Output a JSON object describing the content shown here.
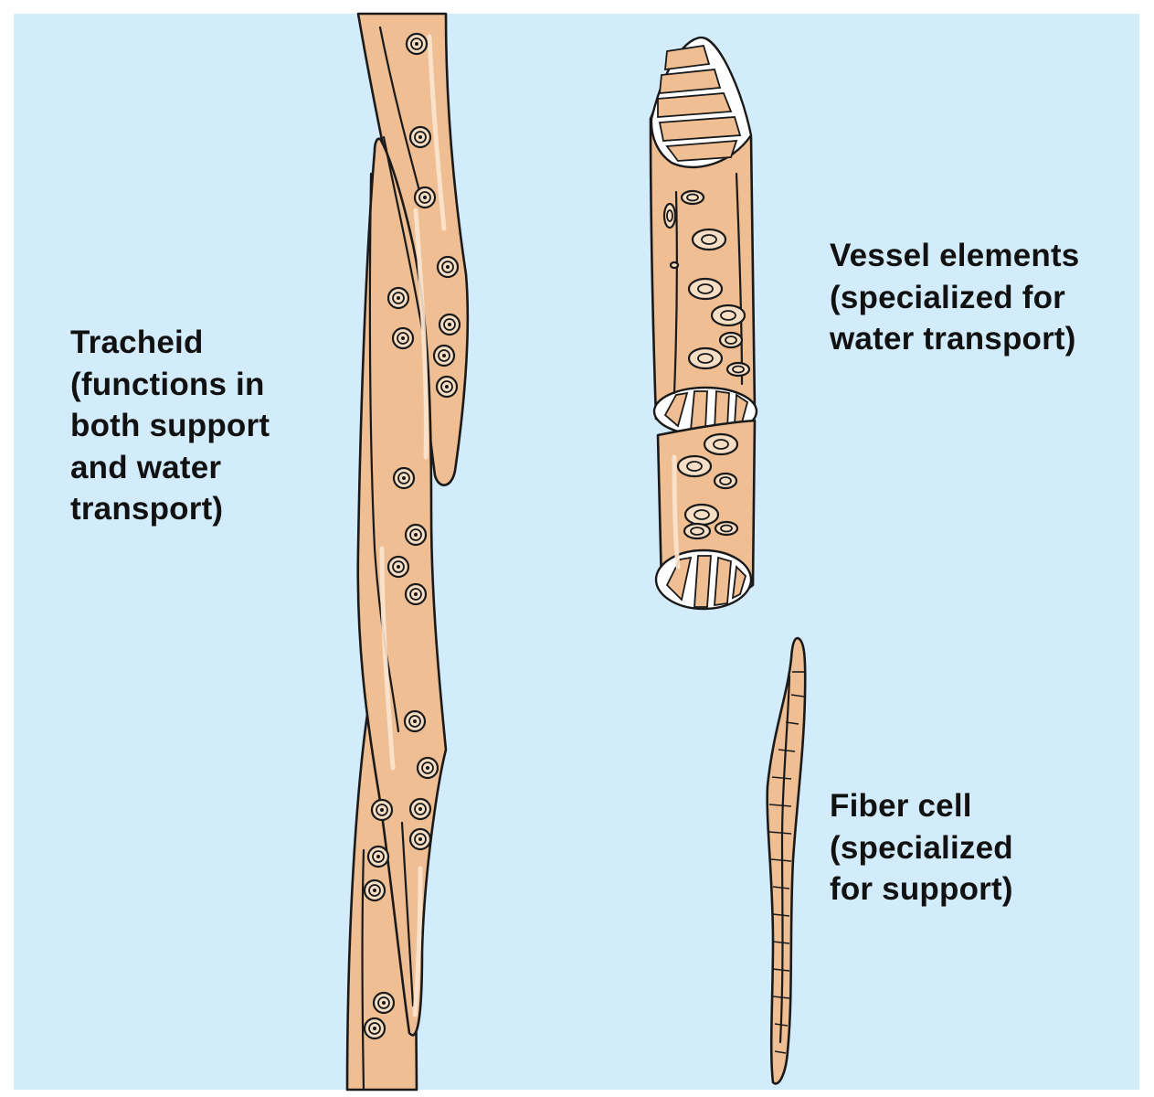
{
  "labels": {
    "tracheid": "Tracheid\n(functions in\nboth support\nand water\ntransport)",
    "vessel": "Vessel elements\n(specialized for\nwater transport)",
    "fiber": "Fiber cell\n(specialized\nfor support)"
  },
  "colors": {
    "background": "#d3ecfb",
    "cell_fill": "#efbe92",
    "outline": "#1a1a1a",
    "label_text": "#111111"
  }
}
